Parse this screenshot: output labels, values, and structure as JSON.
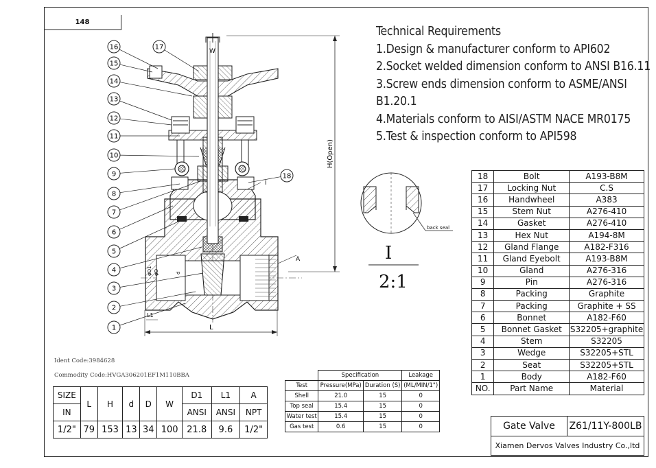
{
  "sheet_number": "148",
  "requirements": {
    "title": "Technical Requirements",
    "line1": "1.Design & manufacturer conform to API602",
    "line2": "2.Socket welded dimension conform to ANSI B16.11",
    "line3a": "3.Screw ends dimension conform to ASME/ANSI",
    "line3b": "B1.20.1",
    "line4": "4.Materials conform to AISI/ASTM NACE MR0175",
    "line5": "5.Test & inspection conform to API598"
  },
  "detail": {
    "mark": "I",
    "scale": "2:1",
    "callout": "back seal",
    "view_mark": "I"
  },
  "drawing_labels": {
    "w": "W",
    "h": "H(Open)",
    "l": "L",
    "l1": "L1",
    "a": "A",
    "d": "d",
    "d1": "φD1",
    "dd": "φD"
  },
  "balloons": [
    "16",
    "17",
    "15",
    "14",
    "13",
    "12",
    "11",
    "10",
    "9",
    "8",
    "7",
    "6",
    "5",
    "4",
    "3",
    "2",
    "1",
    "18"
  ],
  "parts": [
    {
      "no": "18",
      "name": "Bolt",
      "material": "A193-B8M"
    },
    {
      "no": "17",
      "name": "Locking Nut",
      "material": "C.S"
    },
    {
      "no": "16",
      "name": "Handwheel",
      "material": "A383"
    },
    {
      "no": "15",
      "name": "Stem Nut",
      "material": "A276-410"
    },
    {
      "no": "14",
      "name": "Gasket",
      "material": "A276-410"
    },
    {
      "no": "13",
      "name": "Hex Nut",
      "material": "A194-8M"
    },
    {
      "no": "12",
      "name": "Gland Flange",
      "material": "A182-F316"
    },
    {
      "no": "11",
      "name": "Gland Eyebolt",
      "material": "A193-B8M"
    },
    {
      "no": "10",
      "name": "Gland",
      "material": "A276-316"
    },
    {
      "no": "9",
      "name": "Pin",
      "material": "A276-316"
    },
    {
      "no": "8",
      "name": "Packing",
      "material": "Graphite"
    },
    {
      "no": "7",
      "name": "Packing",
      "material": "Graphite + SS"
    },
    {
      "no": "6",
      "name": "Bonnet",
      "material": "A182-F60"
    },
    {
      "no": "5",
      "name": "Bonnet Gasket",
      "material": "S32205+graphite"
    },
    {
      "no": "4",
      "name": "Stem",
      "material": "S32205"
    },
    {
      "no": "3",
      "name": "Wedge",
      "material": "S32205+STL"
    },
    {
      "no": "2",
      "name": "Seat",
      "material": "S32205+STL"
    },
    {
      "no": "1",
      "name": "Body",
      "material": "A182-F60"
    }
  ],
  "parts_header": {
    "no": "NO.",
    "name": "Part Name",
    "material": "Material"
  },
  "title_block": {
    "name": "Gate Valve",
    "model": "Z61/11Y-800LB",
    "company": "Xiamen Dervos Valves Industry Co.,ltd"
  },
  "ident_code": "Ident Code:3984628",
  "commodity_code": "Commodity Code:HVGA306201EF1M110BBA",
  "spec_table": {
    "header_spec": "Specification",
    "header_leak": "Leakage",
    "col_test": "Test",
    "col_pressure": "Pressure(MPa)",
    "col_duration": "Duration (S)",
    "col_leak": "(ML/MIN/1\")",
    "rows": [
      {
        "test": "Shell",
        "pressure": "21.0",
        "duration": "15",
        "leak": "0"
      },
      {
        "test": "Top seal",
        "pressure": "15.4",
        "duration": "15",
        "leak": "0"
      },
      {
        "test": "Water test",
        "pressure": "15.4",
        "duration": "15",
        "leak": "0"
      },
      {
        "test": "Gas test",
        "pressure": "0.6",
        "duration": "15",
        "leak": "0"
      }
    ]
  },
  "size_table": {
    "h_size": "SIZE",
    "h_in": "IN",
    "h_l": "L",
    "h_h": "H",
    "h_d": "d",
    "h_D": "D",
    "h_w": "W",
    "h_d1": "D1",
    "h_l1": "L1",
    "h_a": "A",
    "h_ansi1": "ANSI",
    "h_ansi2": "ANSI",
    "h_npt": "NPT",
    "values": {
      "size": "1/2\"",
      "l": "79",
      "h": "153",
      "d": "13",
      "D": "34",
      "w": "100",
      "d1": "21.8",
      "l1": "9.6",
      "a": "1/2\""
    }
  }
}
